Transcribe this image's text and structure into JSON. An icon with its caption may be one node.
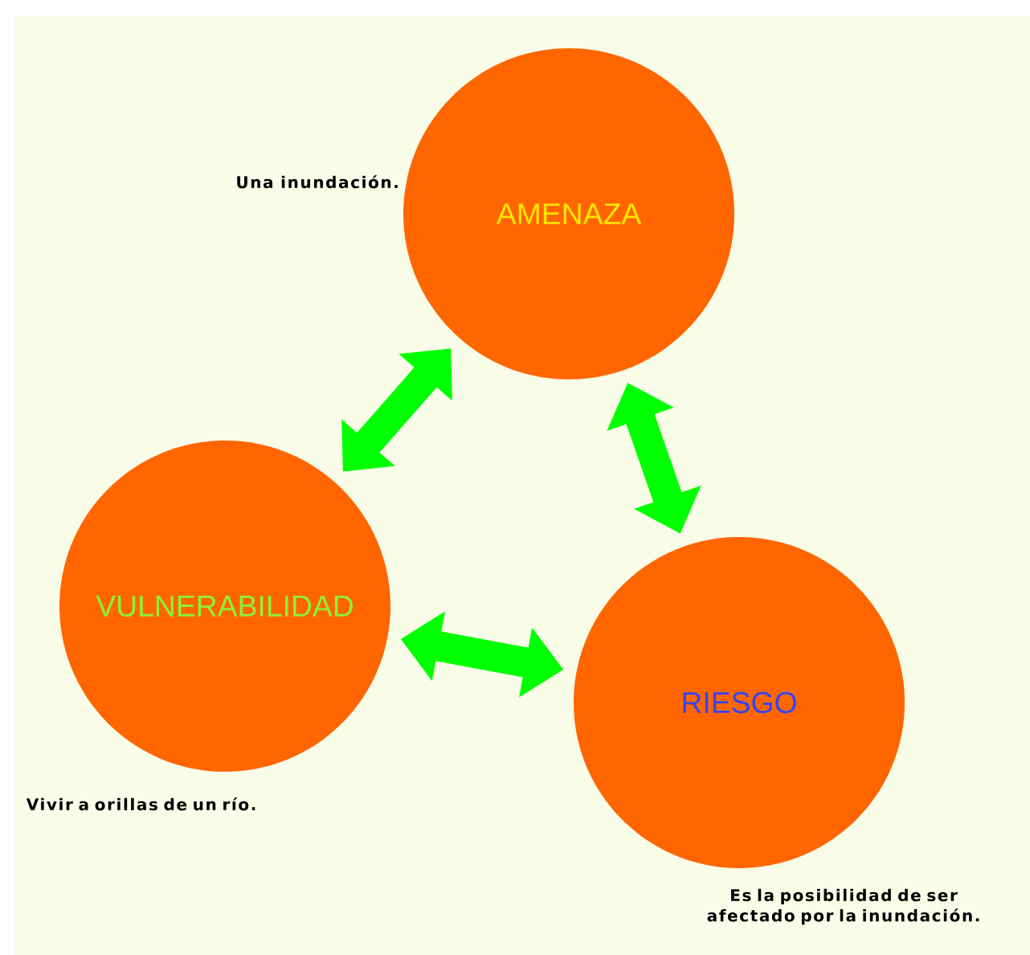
{
  "diagram": {
    "nodes": [
      {
        "text": [
          "AMENAZA"
        ],
        "beside": [
          "Una inundación."
        ]
      },
      {
        "text": [
          "VULNERABILIDAD"
        ],
        "beside": [
          "Vivir a orillas de un río."
        ]
      },
      {
        "text": [
          "RIESGO"
        ],
        "beside": [
          "Es la posibilidad de ser afectado por la inundación."
        ]
      }
    ],
    "edges": [
      {
        "from": 0,
        "to": 1,
        "arrow": "both"
      },
      {
        "from": 0,
        "to": 2,
        "arrow": "both"
      },
      {
        "from": 1,
        "to": 2,
        "arrow": "both"
      }
    ]
  }
}
